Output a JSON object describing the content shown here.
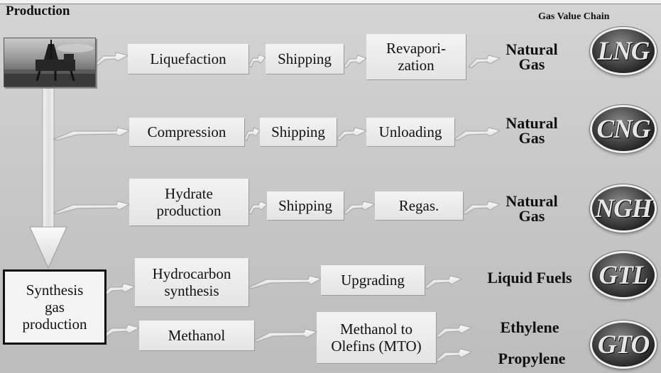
{
  "title": "Production",
  "subtitle": "Gas Value Chain",
  "steps": {
    "liquefaction": "Liquefaction",
    "shipping_lng": "Shipping",
    "revaporization": "Revapori-\nzation",
    "compression": "Compression",
    "shipping_cng": "Shipping",
    "unloading": "Unloading",
    "hydrate_production": "Hydrate\nproduction",
    "shipping_ngh": "Shipping",
    "regas": "Regas.",
    "synthesis_gas": "Synthesis\ngas\nproduction",
    "hydrocarbon_synthesis": "Hydrocarbon\nsynthesis",
    "upgrading": "Upgrading",
    "methanol": "Methanol",
    "mto": "Methanol to\nOlefins (MTO)"
  },
  "outcomes": {
    "lng": "Natural\nGas",
    "cng": "Natural\nGas",
    "ngh": "Natural\nGas",
    "gtl": "Liquid Fuels",
    "ethylene": "Ethylene",
    "propylene": "Propylene"
  },
  "badges": {
    "lng": "LNG",
    "cng": "CNG",
    "ngh": "NGH",
    "gtl": "GTL",
    "gto": "GTO"
  },
  "image": {
    "name": "offshore-platform-photo"
  },
  "colors": {
    "background": "#c9c9c9",
    "box": "#efefef",
    "badge": "#3a3a3a",
    "badge_text": "#e6e6e6"
  }
}
